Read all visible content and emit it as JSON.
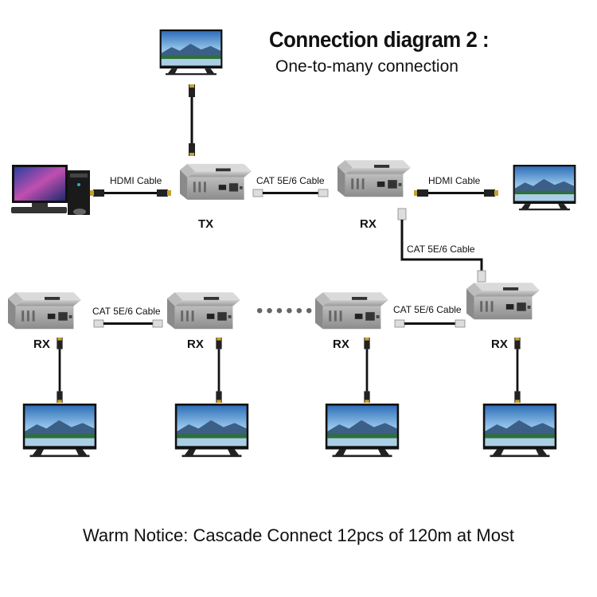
{
  "header": {
    "title": "Connection diagram 2 :",
    "subtitle": "One-to-many connection"
  },
  "labels": {
    "hdmi_cable": "HDMI Cable",
    "cat_cable": "CAT 5E/6 Cable",
    "tx": "TX",
    "rx": "RX",
    "ellipsis": "••••••"
  },
  "footer": {
    "notice": "Warm Notice: Cascade Connect 12pcs of 120m at Most"
  },
  "colors": {
    "device_body": "#a8a8a8",
    "cable": "#111111",
    "screen_sky": "#3f7fc4"
  }
}
